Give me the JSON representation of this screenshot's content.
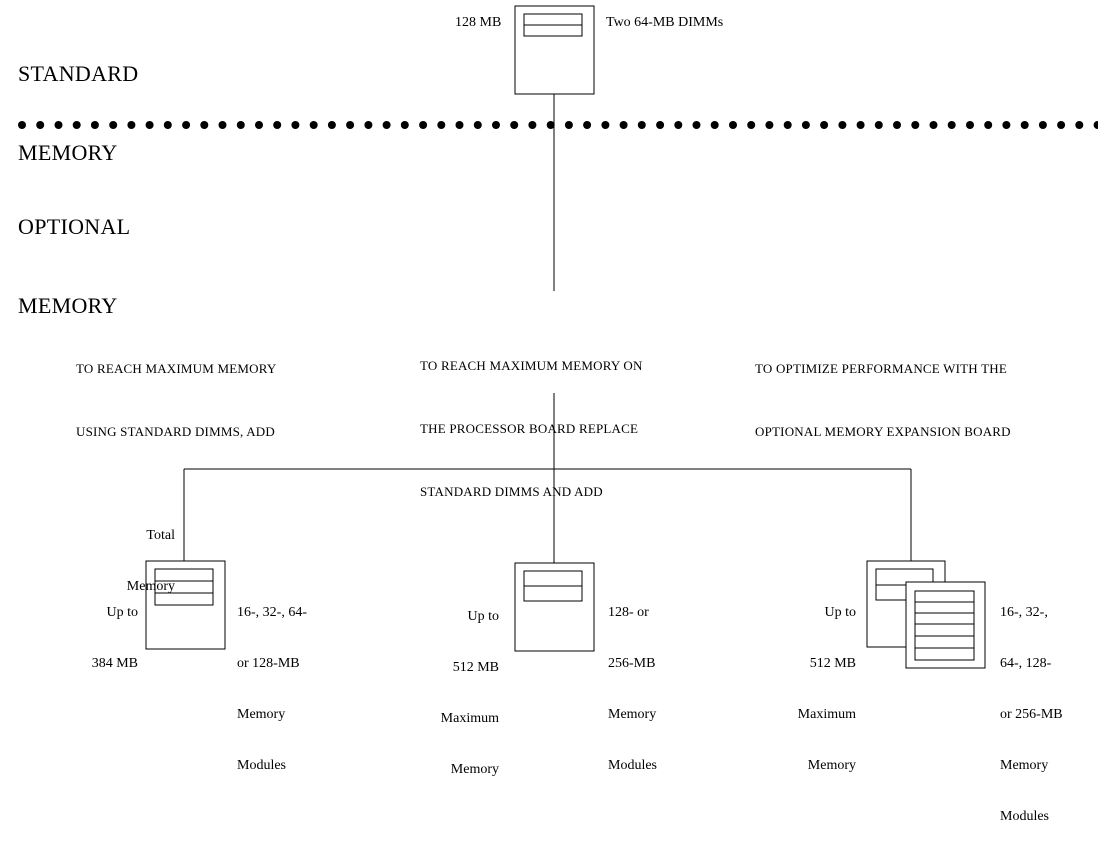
{
  "sections": {
    "standard": [
      "STANDARD",
      "MEMORY"
    ],
    "optional": [
      "OPTIONAL",
      "MEMORY"
    ]
  },
  "standard_memory": {
    "size": "128 MB",
    "dimms": "Two 64-MB DIMMs"
  },
  "options": [
    {
      "caption": [
        "TO REACH MAXIMUM MEMORY",
        "USING STANDARD DIMMS, ADD"
      ],
      "total_label": [
        "Total",
        "Memory"
      ],
      "memory": [
        "Up to",
        "384 MB"
      ],
      "modules": [
        "16-, 32-, 64-",
        "or 128-MB",
        "Memory",
        "Modules"
      ]
    },
    {
      "caption": [
        "TO REACH MAXIMUM MEMORY ON",
        "THE PROCESSOR BOARD REPLACE",
        "STANDARD DIMMS AND ADD"
      ],
      "memory": [
        "Up to",
        "512 MB",
        "Maximum",
        "Memory"
      ],
      "modules": [
        "128- or",
        "256-MB",
        "Memory",
        "Modules"
      ]
    },
    {
      "caption": [
        "TO OPTIMIZE PERFORMANCE WITH THE",
        "OPTIONAL MEMORY EXPANSION BOARD"
      ],
      "memory": [
        "Up to",
        "512 MB",
        "Maximum",
        "Memory"
      ],
      "modules": [
        "16-, 32-,",
        "64-, 128-",
        "or 256-MB",
        "Memory",
        "Modules"
      ]
    }
  ]
}
